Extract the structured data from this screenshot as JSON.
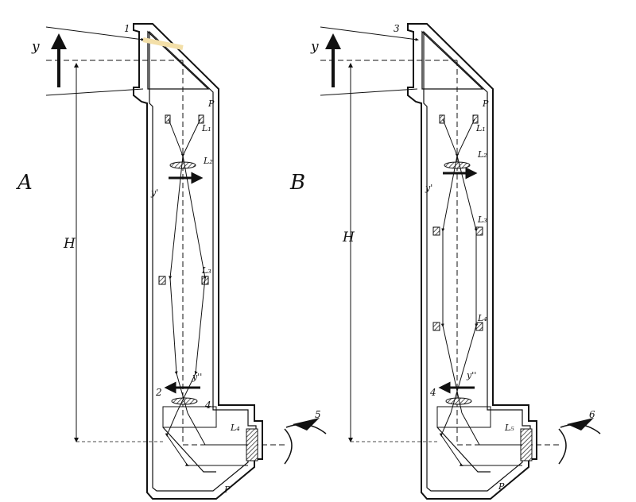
{
  "panels": [
    {
      "id": "A",
      "label": "A",
      "height_label": "H",
      "object_label": "y",
      "image1_label": "y'",
      "image2_label": "y''",
      "prism_top_label": "P",
      "prism_bottom_label": "P",
      "lens_labels": [
        "L₁",
        "L₂",
        "L₃",
        "L₄"
      ],
      "part_numbers": [
        "1",
        "2",
        "4",
        "5"
      ]
    },
    {
      "id": "B",
      "label": "B",
      "height_label": "H",
      "object_label": "y",
      "image1_label": "y'",
      "image2_label": "y''",
      "prism_top_label": "P",
      "prism_bottom_label": "P",
      "lens_labels": [
        "L₁",
        "L₂",
        "L₃",
        "L₄",
        "L₅"
      ],
      "part_numbers": [
        "3",
        "4",
        "6"
      ]
    }
  ],
  "colors": {
    "ink": "#111111",
    "faint": "#f3dfa8",
    "hatch": "#333333"
  }
}
